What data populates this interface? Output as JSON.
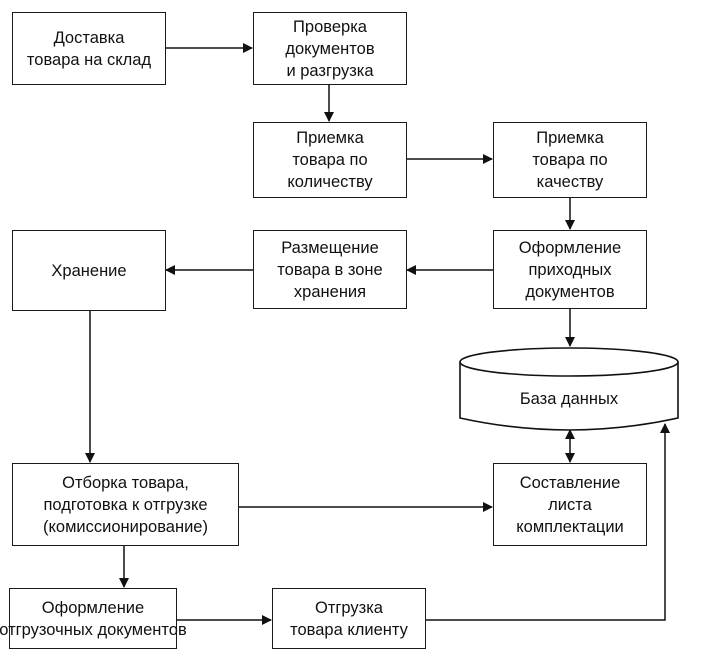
{
  "diagram": {
    "type": "flowchart",
    "nodes": {
      "delivery": {
        "lines": [
          "Доставка",
          "товара на склад"
        ]
      },
      "doc_check": {
        "lines": [
          "Проверка",
          "документов",
          "и разгрузка"
        ]
      },
      "qty_accept": {
        "lines": [
          "Приемка",
          "товара по",
          "количеству"
        ]
      },
      "quality_accept": {
        "lines": [
          "Приемка",
          "товара по",
          "качеству"
        ]
      },
      "storage": {
        "lines": [
          "Хранение"
        ]
      },
      "placement": {
        "lines": [
          "Размещение",
          "товара в зоне",
          "хранения"
        ]
      },
      "incoming_docs": {
        "lines": [
          "Оформление",
          "приходных",
          "документов"
        ]
      },
      "database": {
        "label": "База данных",
        "shape": "cylinder"
      },
      "picking": {
        "lines": [
          "Отборка товара,",
          "подготовка к отгрузке",
          "(комиссионирование)"
        ]
      },
      "picking_list": {
        "lines": [
          "Составление",
          "листа",
          "комплектации"
        ]
      },
      "shipping_docs": {
        "lines": [
          "Оформление",
          "отгрузочных документов"
        ]
      },
      "shipment": {
        "lines": [
          "Отгрузка",
          "товара клиенту"
        ]
      }
    },
    "edges": [
      {
        "from": "delivery",
        "to": "doc_check"
      },
      {
        "from": "doc_check",
        "to": "qty_accept"
      },
      {
        "from": "qty_accept",
        "to": "quality_accept"
      },
      {
        "from": "quality_accept",
        "to": "incoming_docs"
      },
      {
        "from": "incoming_docs",
        "to": "placement"
      },
      {
        "from": "placement",
        "to": "storage"
      },
      {
        "from": "incoming_docs",
        "to": "database"
      },
      {
        "from": "storage",
        "to": "picking"
      },
      {
        "from": "database",
        "to": "picking_list",
        "bidirectional": true
      },
      {
        "from": "picking",
        "to": "picking_list"
      },
      {
        "from": "picking",
        "to": "shipping_docs"
      },
      {
        "from": "shipping_docs",
        "to": "shipment"
      },
      {
        "from": "shipment",
        "to": "database"
      }
    ]
  }
}
